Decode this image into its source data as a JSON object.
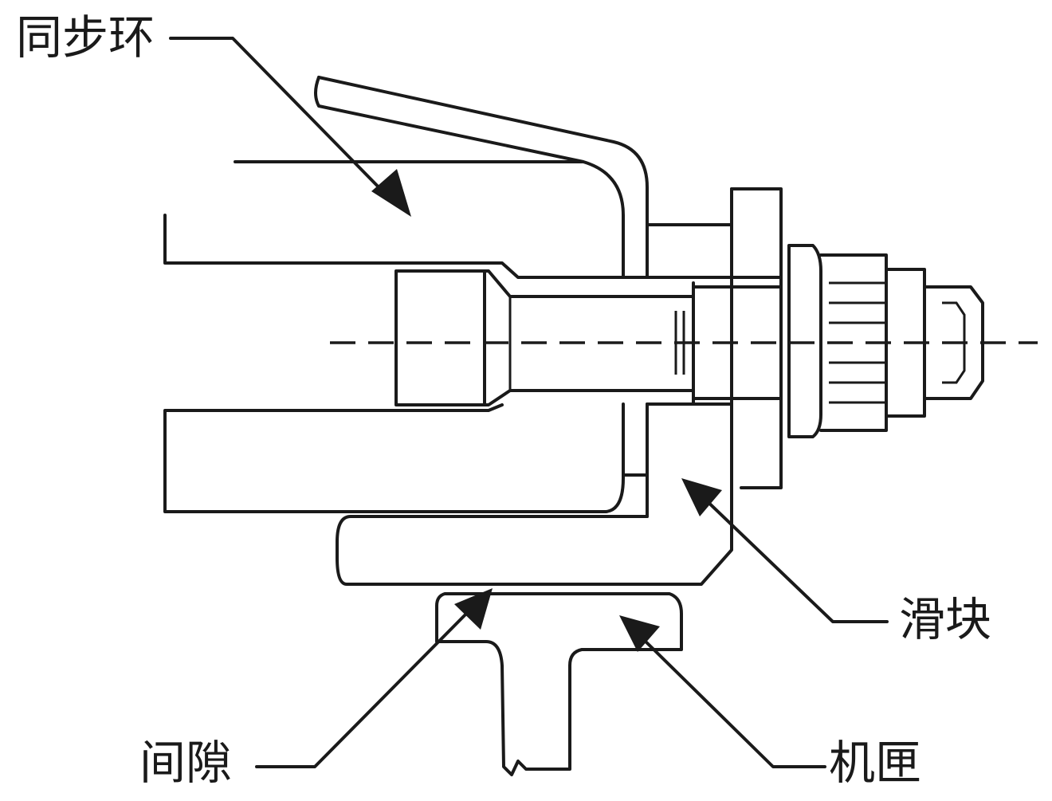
{
  "diagram": {
    "labels": {
      "sync_ring": "同步环",
      "slider": "滑块",
      "gap": "间隙",
      "casing": "机匣"
    }
  }
}
